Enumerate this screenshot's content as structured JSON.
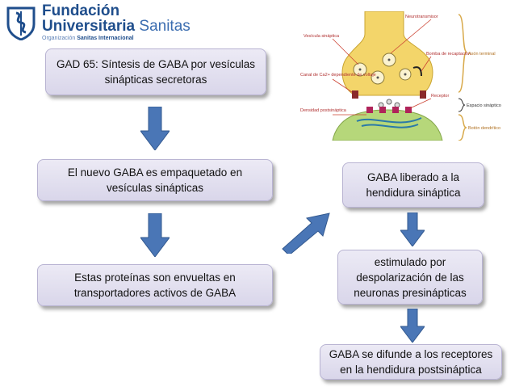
{
  "logo": {
    "line1": "Fundación",
    "line2_bold": "Universitaria",
    "line2_light": " Sanitas",
    "line3_prefix": "Organización ",
    "line3_bold": "Sanitas Internacional"
  },
  "flow": {
    "step1": "GAD 65: Síntesis de GABA por vesículas sinápticas secretoras",
    "step2": "El nuevo GABA  es empaquetado en vesículas sinápticas",
    "step3": "Estas proteínas son envueltas en transportadores activos de GABA",
    "step4": "GABA liberado a la hendidura sináptica",
    "step5": "estimulado por despolarización de las neuronas presinápticas",
    "step6": "GABA se difunde a los receptores en la hendidura postsináptica"
  },
  "synapse_labels": {
    "vesicula": "Vesícula sináptica",
    "neurotransmisor": "Neurotransmisor",
    "bomba": "Bomba de recaptación",
    "axon": "Axón terminal",
    "canal": "Canal de Ca2+ dependiente de voltaje",
    "receptor": "Receptor",
    "espacio": "Espacio sináptico",
    "densidad": "Densidad postsináptica",
    "boton": "Botón dendrítico"
  },
  "colors": {
    "box_fill": "#dcd9ec",
    "arrow": "#4a76b6",
    "brand": "#1f4e8c"
  }
}
